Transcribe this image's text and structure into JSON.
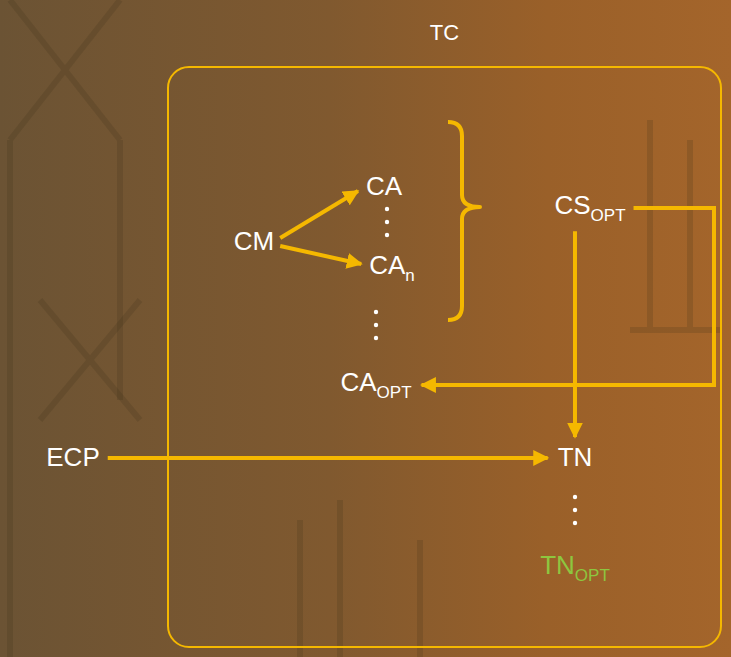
{
  "diagram": {
    "nodes": [
      {
        "text": [
          "TC"
        ]
      },
      {
        "text": [
          "CM"
        ],
        "in": 0
      },
      {
        "text": [
          "CA"
        ],
        "in": 0
      },
      {
        "text": [
          "CA",
          "n"
        ],
        "in": 0
      },
      {
        "text": [
          "CS",
          "OPT"
        ],
        "in": 0
      },
      {
        "text": [
          "CA",
          "OPT"
        ],
        "in": 0
      },
      {
        "text": [
          "ECP"
        ]
      },
      {
        "text": [
          "TN"
        ],
        "in": 0
      },
      {
        "text": [
          "TN",
          "OPT"
        ],
        "in": 0
      }
    ],
    "edges": [
      {
        "from": 1,
        "to": 2,
        "arrow": "to"
      },
      {
        "from": 1,
        "to": 3,
        "arrow": "to"
      },
      {
        "from": 4,
        "to": 5,
        "arrow": "to"
      },
      {
        "from": 4,
        "to": 7,
        "arrow": "to"
      },
      {
        "from": 6,
        "to": 7,
        "arrow": "to"
      }
    ]
  }
}
